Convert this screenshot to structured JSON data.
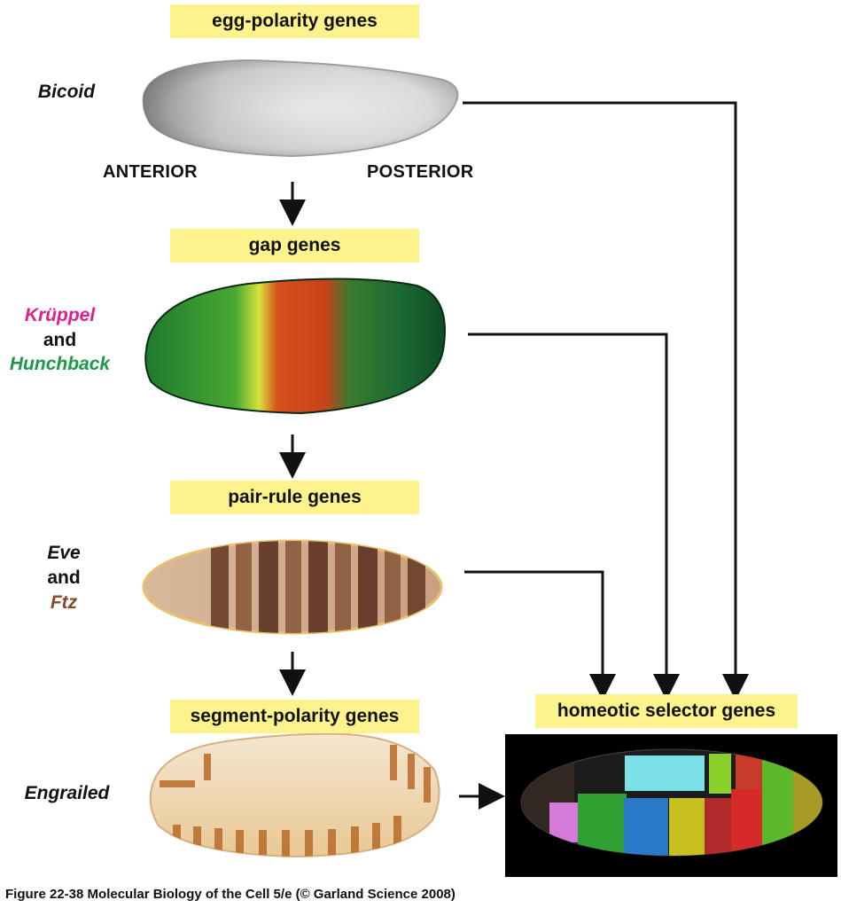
{
  "stages": {
    "egg_polarity": {
      "label": "egg-polarity genes"
    },
    "gap": {
      "label": "gap genes"
    },
    "pair_rule": {
      "label": "pair-rule genes"
    },
    "segment_polarity": {
      "label": "segment-polarity genes"
    },
    "homeotic": {
      "label": "homeotic selector genes"
    }
  },
  "genes": {
    "bicoid": "Bicoid",
    "kruppel": "Krüppel",
    "and1": "and",
    "hunchback": "Hunchback",
    "eve": "Eve",
    "and2": "and",
    "ftz": "Ftz",
    "engrailed": "Engrailed"
  },
  "axis": {
    "anterior": "ANTERIOR",
    "posterior": "POSTERIOR"
  },
  "colors": {
    "label_bg": "#fdf38d",
    "kruppel": "#e0208a",
    "hunchback": "#1a9a45",
    "ftz": "#8a4a2a"
  },
  "caption": "Figure 22-38  Molecular Biology of the Cell 5/e (© Garland Science 2008)"
}
